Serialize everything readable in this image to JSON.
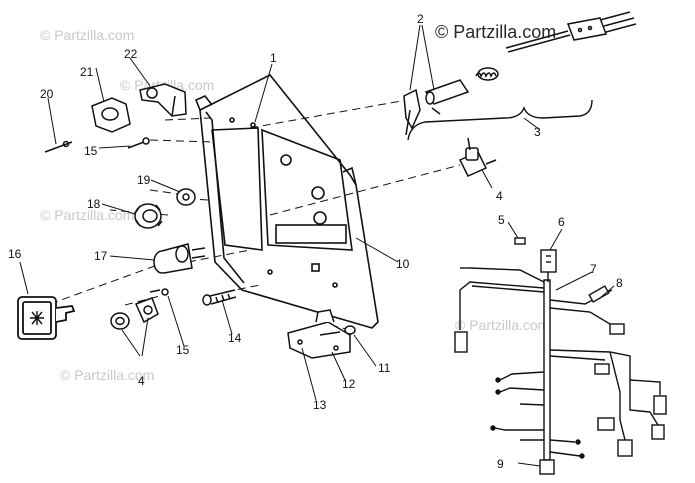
{
  "watermark": {
    "text": "© Partzilla.com"
  },
  "callouts": {
    "c1": "1",
    "c2": "2",
    "c3": "3",
    "c4a": "4",
    "c4b": "4",
    "c5": "5",
    "c6": "6",
    "c7": "7",
    "c8": "8",
    "c9": "9",
    "c10": "10",
    "c11": "11",
    "c12": "12",
    "c13": "13",
    "c14": "14",
    "c15a": "15",
    "c15b": "15",
    "c16": "16",
    "c17": "17",
    "c18": "18",
    "c19": "19",
    "c20": "20",
    "c21": "21",
    "c22": "22"
  },
  "colors": {
    "line": "#111111",
    "watermark_light": "#c9c9c9",
    "background": "#ffffff"
  }
}
